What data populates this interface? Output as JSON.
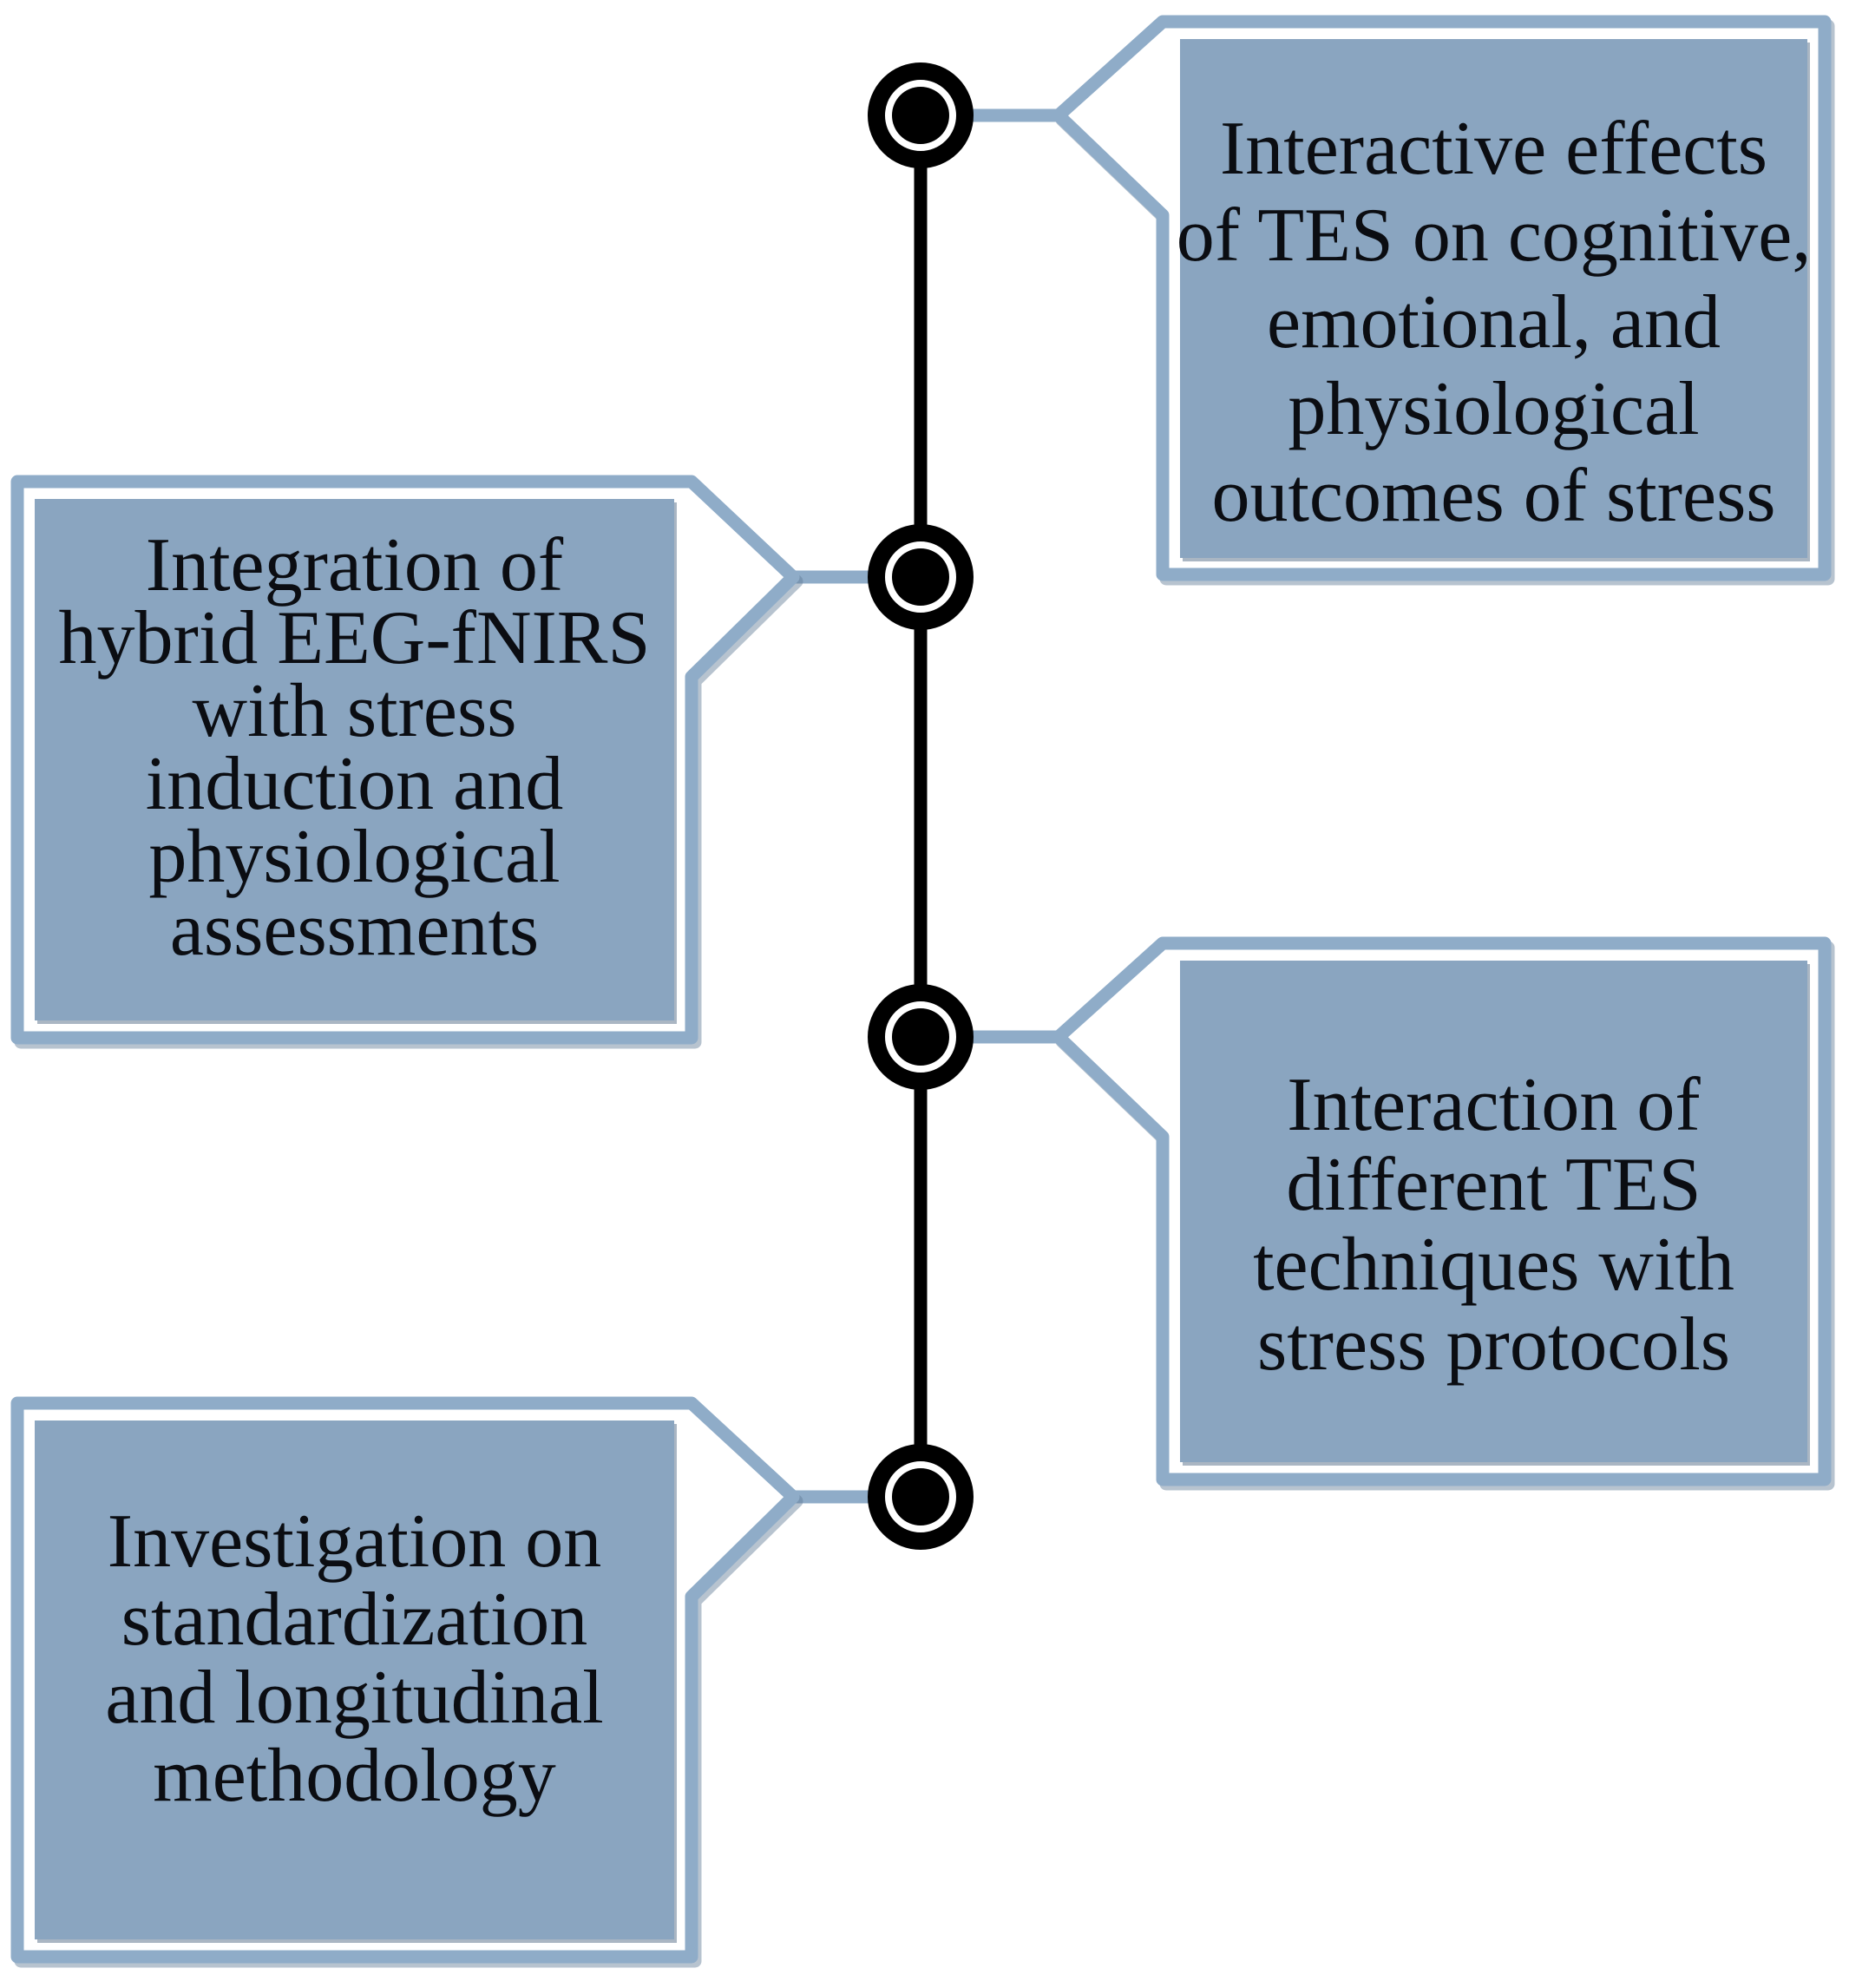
{
  "figure": {
    "type": "timeline-callout-diagram",
    "background": "#ffffff",
    "node_count": 4
  },
  "colors": {
    "box_fill": "#8AA5C0",
    "box_border": "#8FACC8",
    "connector": "#8FACC8",
    "timeline_line": "#000000",
    "node": "#000000",
    "text": "#0b0d12"
  },
  "callouts": [
    {
      "id": 1,
      "side": "right",
      "text": "Interactive effects\nof TES on cognitive,\nemotional, and\nphysiological\noutcomes of stress"
    },
    {
      "id": 2,
      "side": "left",
      "text": "Integration of\nhybrid EEG-fNIRS\nwith stress\ninduction and\nphysiological\nassessments"
    },
    {
      "id": 3,
      "side": "right",
      "text": "Interaction of\ndifferent TES\ntechniques with\nstress protocols"
    },
    {
      "id": 4,
      "side": "left",
      "text": "Investigation on\nstandardization\nand longitudinal\nmethodology"
    }
  ]
}
